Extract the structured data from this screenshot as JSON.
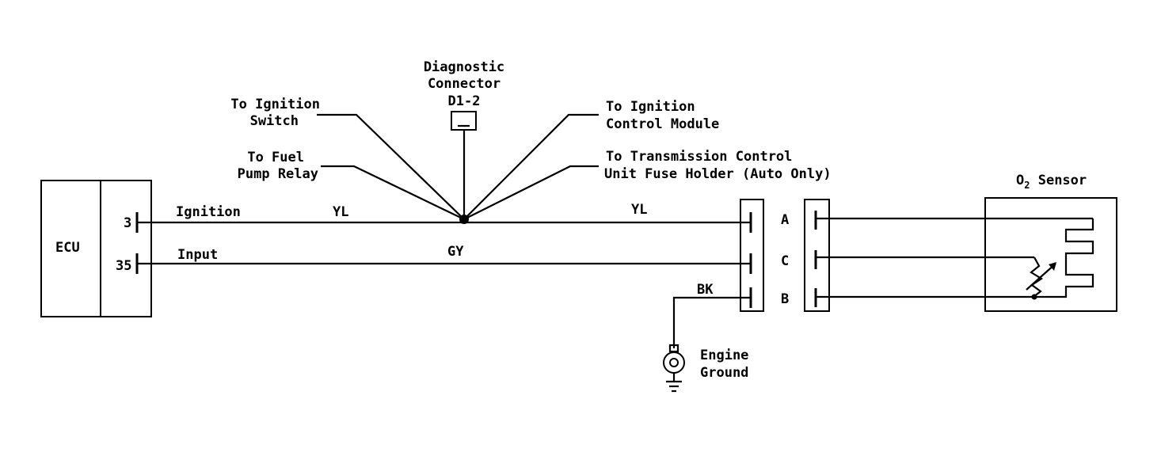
{
  "ecu": {
    "label": "ECU",
    "pin_ignition": "3",
    "pin_input": "35"
  },
  "wires": {
    "ignition_label": "Ignition",
    "input_label": "Input",
    "yl_left": "YL",
    "yl_right": "YL",
    "gy": "GY",
    "bk": "BK"
  },
  "diagnostic": {
    "line1": "Diagnostic",
    "line2": "Connector",
    "line3": "D1-2"
  },
  "branches": {
    "ignition_switch": [
      "To Ignition",
      "Switch"
    ],
    "fuel_pump_relay": [
      "To Fuel",
      "Pump Relay"
    ],
    "ignition_module": [
      "To Ignition",
      "Control Module"
    ],
    "transmission": [
      "To Transmission Control",
      "Unit Fuse Holder (Auto Only)"
    ]
  },
  "connector": {
    "pin_a": "A",
    "pin_c": "C",
    "pin_b": "B"
  },
  "sensor": {
    "prefix": "O",
    "subscript": "2",
    "suffix": " Sensor"
  },
  "ground": {
    "line1": "Engine",
    "line2": "Ground"
  },
  "colors": {
    "ink": "#000000",
    "background": "#ffffff"
  }
}
